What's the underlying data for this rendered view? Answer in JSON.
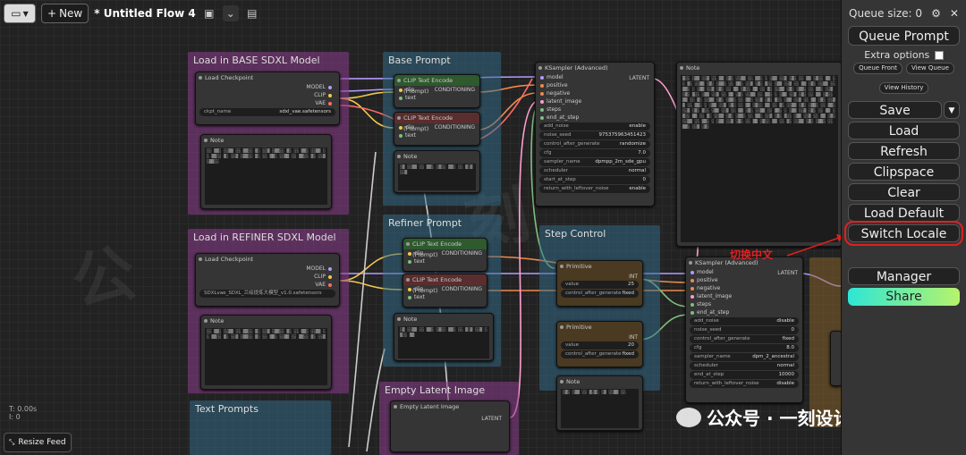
{
  "topbar": {
    "new_label": "New",
    "flow_title": "* Untitled Flow 4"
  },
  "groups": {
    "base_model": "Load in BASE SDXL Model",
    "base_prompt": "Base Prompt",
    "refiner_model": "Load in REFINER SDXL Model",
    "refiner_prompt": "Refiner Prompt",
    "step_control": "Step Control",
    "text_prompts": "Text Prompts",
    "empty_latent": "Empty Latent Image"
  },
  "nodes": {
    "load_checkpoint": "Load Checkpoint",
    "ckpt_name": "ckpt_name",
    "ckpt_base": "sdxl_vae.safetensors",
    "ckpt_refiner": "SDXLvae_SDXL_兰绘提炼大模型_v1.0.safetensors",
    "model": "MODEL",
    "clip": "CLIP",
    "vae": "VAE",
    "note": "Note",
    "clip_text_encode": "CLIP Text Encode (Prompt)",
    "clip_in": "clip",
    "text_in": "text",
    "conditioning": "CONDITIONING",
    "ksampler": "KSampler (Advanced)",
    "latent": "LATENT",
    "primitive": "Primitive",
    "int": "INT",
    "empty_latent_image": "Empty Latent Image"
  },
  "ksampler_inputs": [
    "model",
    "positive",
    "negative",
    "latent_image",
    "steps",
    "end_at_step"
  ],
  "ksampler1_widgets": [
    {
      "k": "add_noise",
      "v": "enable"
    },
    {
      "k": "noise_seed",
      "v": "975375963451423"
    },
    {
      "k": "control_after_generate",
      "v": "randomize"
    },
    {
      "k": "cfg",
      "v": "7.0"
    },
    {
      "k": "sampler_name",
      "v": "dpmpp_2m_sde_gpu"
    },
    {
      "k": "scheduler",
      "v": "normal"
    },
    {
      "k": "start_at_step",
      "v": "0"
    },
    {
      "k": "return_with_leftover_noise",
      "v": "enable"
    }
  ],
  "ksampler2_widgets": [
    {
      "k": "add_noise",
      "v": "disable"
    },
    {
      "k": "noise_seed",
      "v": "0"
    },
    {
      "k": "control_after_generate",
      "v": "fixed"
    },
    {
      "k": "cfg",
      "v": "8.0"
    },
    {
      "k": "sampler_name",
      "v": "dpm_2_ancestral"
    },
    {
      "k": "scheduler",
      "v": "normal"
    },
    {
      "k": "end_at_step",
      "v": "10000"
    },
    {
      "k": "return_with_leftover_noise",
      "v": "disable"
    }
  ],
  "primitive1": {
    "value_k": "value",
    "value_v": "25",
    "ctrl_k": "control_after_generate",
    "ctrl_v": "fixed"
  },
  "primitive2": {
    "value_k": "value",
    "value_v": "20",
    "ctrl_k": "control_after_generate",
    "ctrl_v": "fixed"
  },
  "menu": {
    "queue_size": "Queue size: 0",
    "queue_prompt": "Queue Prompt",
    "extra_options": "Extra options",
    "queue_front": "Queue Front",
    "view_queue": "View Queue",
    "view_history": "View History",
    "save": "Save",
    "load": "Load",
    "refresh": "Refresh",
    "clipspace": "Clipspace",
    "clear": "Clear",
    "load_default": "Load Default",
    "switch_locale": "Switch Locale",
    "manager": "Manager",
    "share": "Share"
  },
  "annotation": "切换中文",
  "status": {
    "time": "T: 0.00s",
    "i": "I: 0"
  },
  "resize_feed": "Resize Feed",
  "watermark": "公众号 · 一刻设计",
  "colors": {
    "highlight": "#e02020",
    "share_start": "#2ee6d6",
    "share_end": "#b7f36b"
  }
}
